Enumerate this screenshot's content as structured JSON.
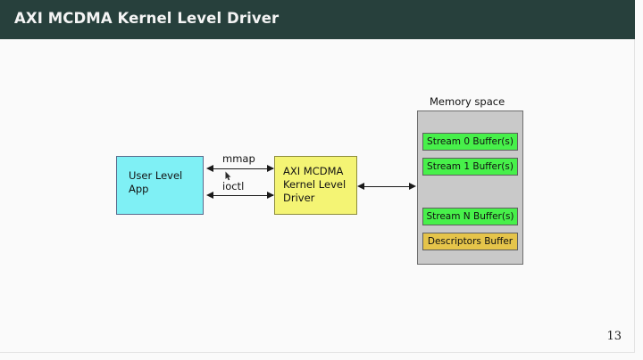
{
  "slide": {
    "title": "AXI MCDMA Kernel Level Driver",
    "page_number": "13",
    "title_bar_color": "#27403c",
    "background_color": "#fafafa"
  },
  "diagram": {
    "user_app_box": {
      "lines": [
        "User Level",
        "App"
      ],
      "fill": "#7ff0f5",
      "border": "#5a6a8c"
    },
    "driver_box": {
      "lines": [
        "AXI MCDMA",
        "Kernel Level",
        "Driver"
      ],
      "fill": "#f4f474",
      "border": "#8d8d3c"
    },
    "arrows": [
      {
        "label": "mmap",
        "direction": "bidirectional"
      },
      {
        "label": "ioctl",
        "direction": "bidirectional"
      },
      {
        "label": "",
        "direction": "bidirectional"
      }
    ],
    "memory": {
      "label": "Memory space",
      "fill": "#c9c9c9",
      "border": "#6e6e6e",
      "segments": [
        {
          "label": "Stream 0 Buffer(s)",
          "kind": "stream",
          "fill": "#47f04a"
        },
        {
          "label": "Stream 1 Buffer(s)",
          "kind": "stream",
          "fill": "#47f04a"
        },
        {
          "label": "Stream N Buffer(s)",
          "kind": "stream",
          "fill": "#47f04a"
        },
        {
          "label": "Descriptors Buffer",
          "kind": "descriptors",
          "fill": "#e5c44a"
        }
      ]
    }
  }
}
